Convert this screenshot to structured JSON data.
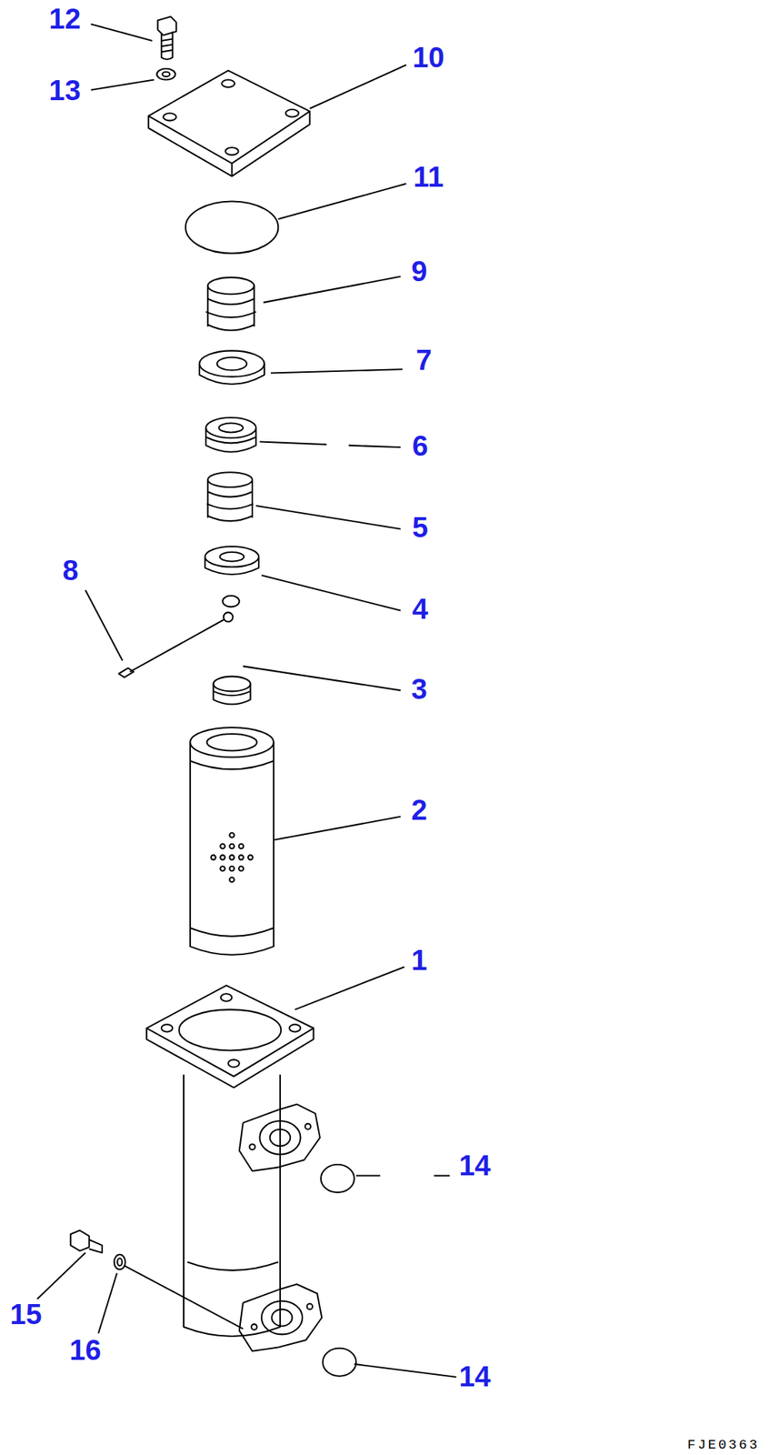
{
  "diagram": {
    "labels": [
      "12",
      "13",
      "10",
      "11",
      "9",
      "7",
      "6",
      "5",
      "8",
      "4",
      "3",
      "2",
      "1",
      "14",
      "15",
      "16",
      "14",
      "FJE0363"
    ]
  }
}
